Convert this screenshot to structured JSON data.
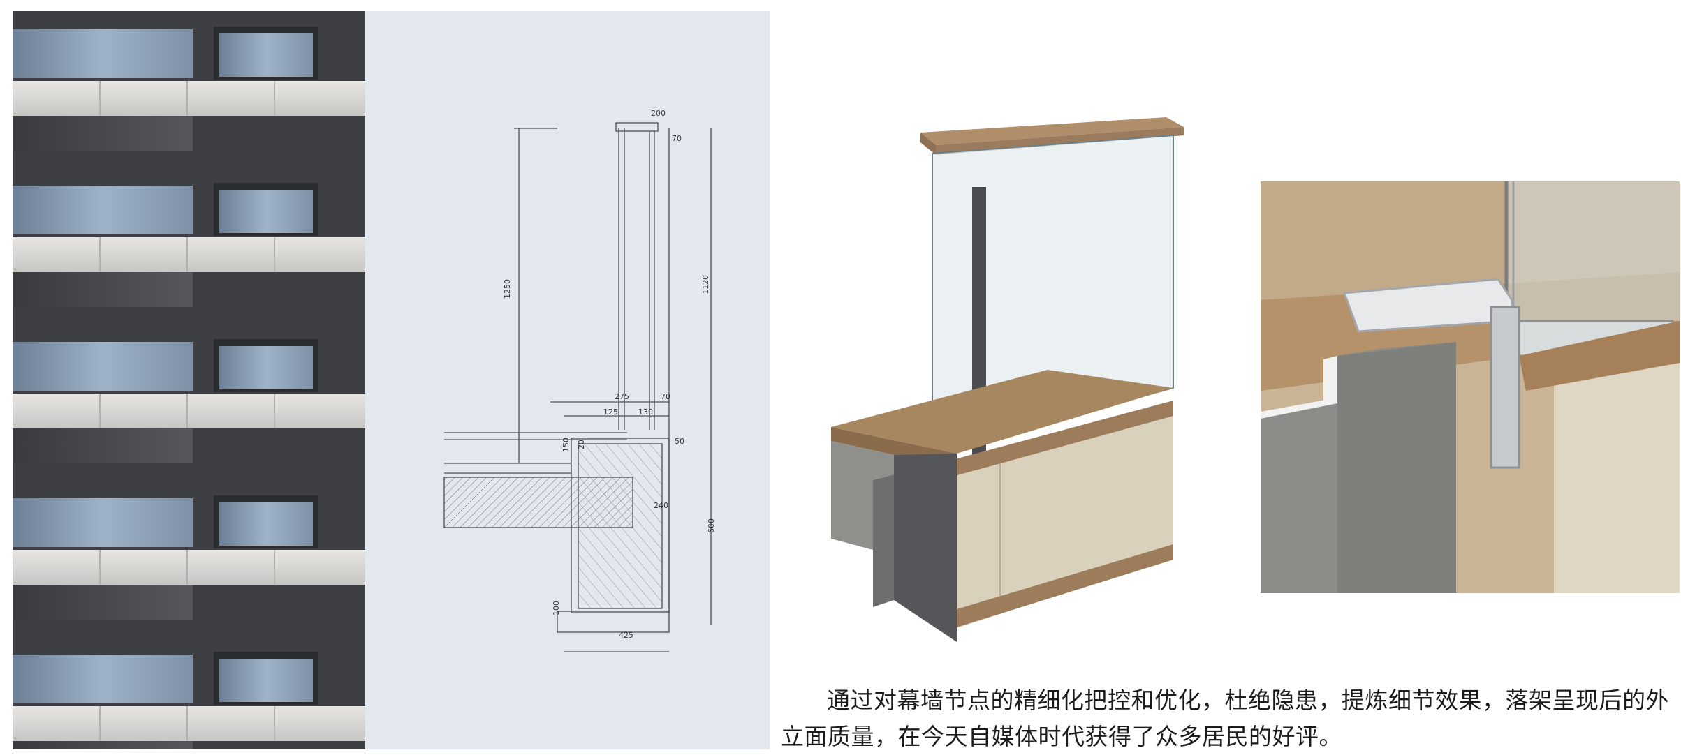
{
  "photo": {
    "floors": 5
  },
  "section_drawing": {
    "dimensions": [
      "200",
      "70",
      "1250",
      "1120",
      "275",
      "70",
      "125",
      "130",
      "150",
      "20",
      "50",
      "240",
      "600",
      "100",
      "425"
    ]
  },
  "caption": {
    "text": "通过对幕墙节点的精细化把控和优化，杜绝隐患，提炼细节效果，落架呈现后的外立面质量，在今天自媒体时代获得了众多居民的好评。"
  },
  "colors": {
    "sky": "#e2e8f0",
    "wood": "#a88a68",
    "stone": "#d9d0bb",
    "concrete": "#8b8b88",
    "metal": "#9b9c9e"
  }
}
